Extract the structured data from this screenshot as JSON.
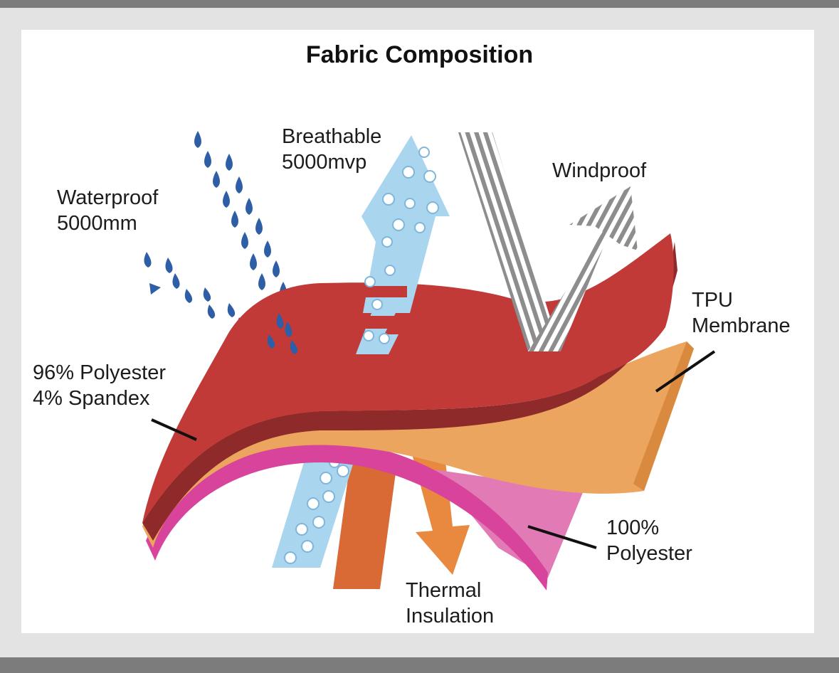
{
  "title": "Fabric Composition",
  "labels": {
    "breathable": [
      "Breathable",
      "5000mvp"
    ],
    "waterproof": [
      "Waterproof",
      "5000mm"
    ],
    "windproof": [
      "Windproof"
    ],
    "tpu_membrane": [
      "TPU",
      "Membrane"
    ],
    "outer_fabric": [
      "96% Polyester",
      "4% Spandex"
    ],
    "inner_fabric": [
      "100%",
      "Polyester"
    ],
    "thermal": [
      "Thermal",
      "Insulation"
    ]
  },
  "colors": {
    "outer_layer": "#c13a38",
    "outer_layer_edge": "#8e2a2a",
    "membrane_layer": "#eba55e",
    "inner_layer": "#d8449b",
    "inner_layer_light": "#e27ab6",
    "water_drop": "#2e5fa6",
    "air_arrow": "#a9d5ef",
    "wind_arrow": "#9a9a9a",
    "thermal_arrow": "#e27a3c"
  }
}
